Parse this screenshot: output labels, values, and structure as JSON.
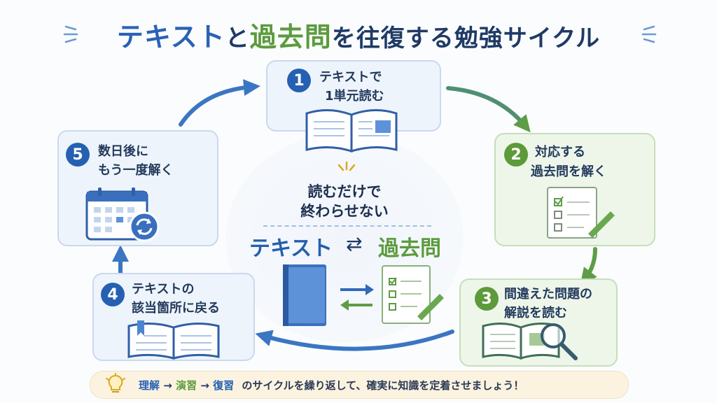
{
  "title": {
    "part1": "テキスト",
    "part2": "と",
    "part3": "過去問",
    "part4": "を往復する勉強サイクル"
  },
  "steps": [
    {
      "num": "1",
      "line1": "テキストで",
      "line2": "1単元読む"
    },
    {
      "num": "2",
      "line1": "対応する",
      "line2": "過去問を解く"
    },
    {
      "num": "3",
      "line1": "間違えた問題の",
      "line2": "解説を読む"
    },
    {
      "num": "4",
      "line1": "テキストの",
      "line2": "該当箇所に戻る"
    },
    {
      "num": "5",
      "line1": "数日後に",
      "line2": "もう一度解く"
    }
  ],
  "center": {
    "line1": "読むだけで",
    "line2": "終わらせない",
    "left": "テキスト",
    "arrow": "⇄",
    "right": "過去問"
  },
  "footer": {
    "w1": "理解",
    "a1": "→",
    "w2": "演習",
    "a2": "→",
    "w3": "復習",
    "rest": "のサイクルを繰り返して、確実に知識を定着させましょう！"
  },
  "colors": {
    "blue": "#2560b2",
    "green": "#5c9a3a",
    "navy": "#1f3a66"
  }
}
